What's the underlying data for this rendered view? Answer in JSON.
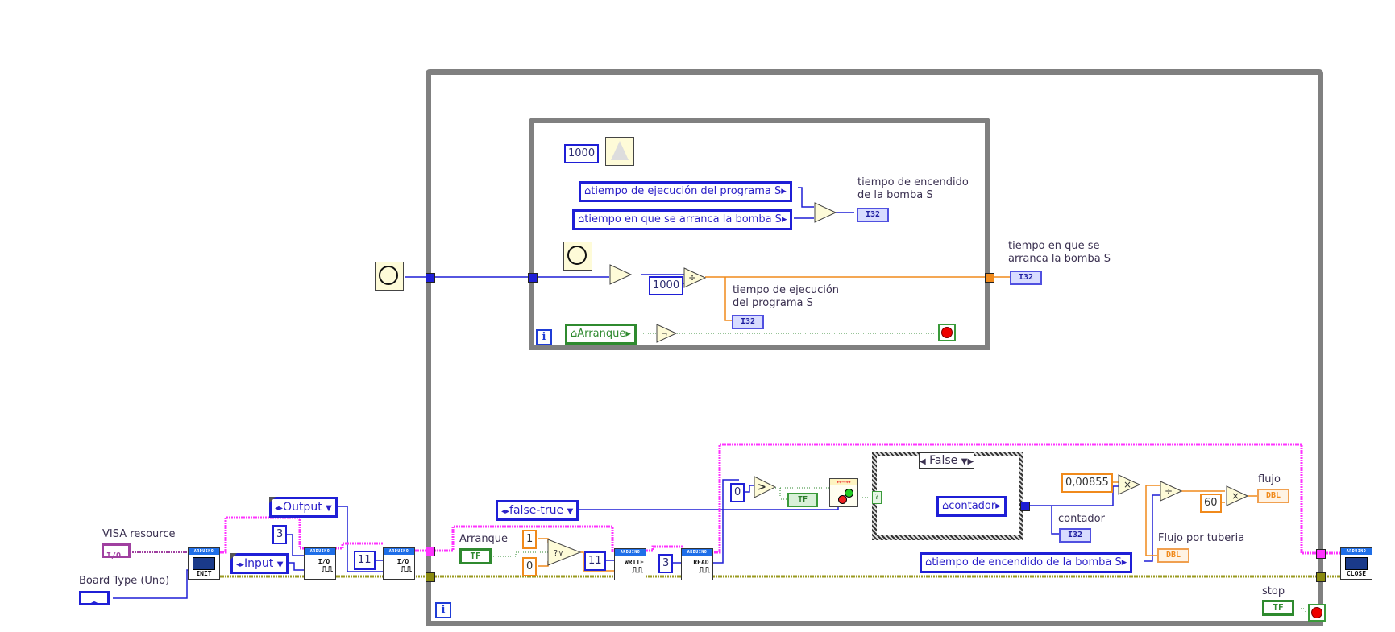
{
  "diagram": {
    "outer_loop": {
      "type": "while-loop",
      "iteration_terminal": "i"
    },
    "inner_loop": {
      "type": "while-loop",
      "iteration_terminal": "i"
    },
    "left_section": {
      "visa_resource_label": "VISA resource",
      "visa_resource_control": "I/O",
      "board_type_label": "Board Type (Uno)",
      "board_type_control": "◂▸",
      "init_block": {
        "header": "ARDUINO",
        "label": "INIT"
      },
      "output_enum": "Output",
      "input_enum": "Input",
      "pin_const_3": "3",
      "pin_const_11": "11",
      "io_block_1": {
        "header": "ARDUINO",
        "label": "I/O"
      },
      "io_block_2": {
        "header": "ARDUINO",
        "label": "I/O"
      }
    },
    "inner": {
      "wait_const": "1000",
      "local_var_exec_time": "tiempo de ejecución  del programa S",
      "local_var_start_time": "tiempo en que se  arranca  la bomba S",
      "subtract_label": "-",
      "indicator_on_time_label": "tiempo de encendido\nde la bomba S",
      "indicator_on_time_type": "I32",
      "divide_const": "1000",
      "indicator_exec_time_label": "tiempo de ejecución\ndel programa S",
      "indicator_exec_time_type": "I32",
      "arranque_local": "Arranque",
      "not_label": "¬"
    },
    "outer_right_indicator": {
      "label": "tiempo en que se\narranca  la bomba S",
      "type": "I32"
    },
    "lower_section": {
      "false_true_enum": "false-true",
      "arranque_label": "Arranque",
      "arranque_control": "TF",
      "select_true": "1",
      "select_false": "0",
      "write_pin": "11",
      "write_block": {
        "header": "ARDUINO",
        "label": "WRITE"
      },
      "read_pin": "3",
      "read_block": {
        "header": "ARDUINO",
        "label": "READ"
      },
      "compare_const": "0",
      "bool_indicator": "TF",
      "case_selector": "False",
      "case_selector_terminal": "?",
      "contador_local": "contador",
      "contador_label": "contador",
      "contador_type": "I32",
      "factor_const": "0,00855",
      "multiply_label": "×",
      "divide_label": "÷",
      "sixty_const": "60",
      "flujo_label": "flujo",
      "flujo_type": "DBL",
      "flujo_tuberia_label": "Flujo por tuberia",
      "flujo_tuberia_type": "DBL",
      "on_time_local": "tiempo de encendido  de la bomba S",
      "stop_label": "stop",
      "stop_control": "TF",
      "close_block": {
        "header": "ARDUINO",
        "label": "CLOSE"
      }
    },
    "colors": {
      "loop_border": "#808080",
      "int_wire": "#1f1fd6",
      "dbl_wire": "#f08a1c",
      "bool_wire": "#2f8a2f",
      "visa_wire": "#ff33ff",
      "error_wire": "#9a9a20",
      "primitive_fill": "#fefbd8"
    }
  }
}
